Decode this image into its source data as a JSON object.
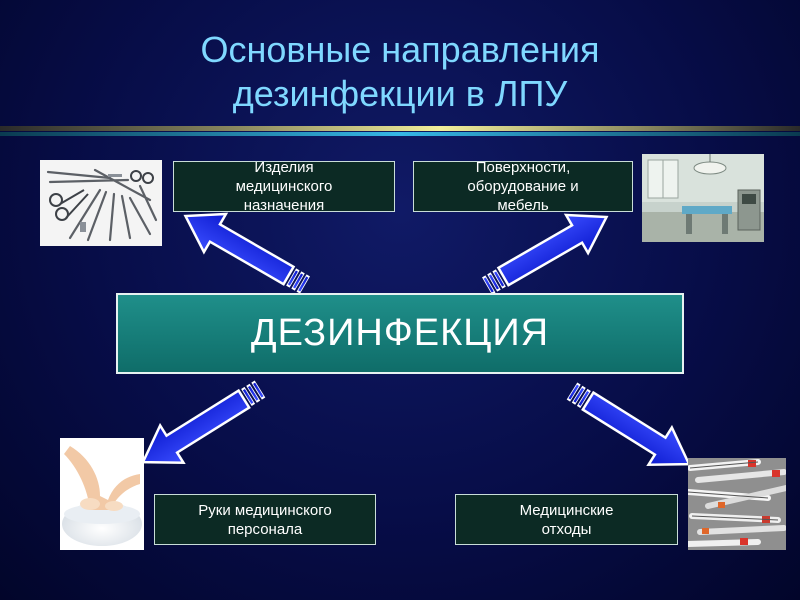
{
  "title": {
    "line1": "Основные направления",
    "line2": "дезинфекции в ЛПУ"
  },
  "center": {
    "label": "ДЕЗИНФЕКЦИЯ"
  },
  "boxes": {
    "instruments": {
      "line1": "Изделия",
      "line2": "медицинского",
      "line3": "назначения"
    },
    "surfaces": {
      "line1": "Поверхности,",
      "line2": "оборудование и",
      "line3": "мебель"
    },
    "hands": {
      "line1": "Руки медицинского",
      "line2": "персонала"
    },
    "waste": {
      "line1": "Медицинские",
      "line2": "отходы"
    }
  },
  "colors": {
    "background": "#070d48",
    "title": "#7fd8ff",
    "center_fill": "#1a8580",
    "box_fill": "#0c2a24",
    "arrow": "#1a2cff"
  },
  "images": {
    "instruments": "surgical-instruments-photo",
    "room": "operating-room-photo",
    "hands": "washing-hands-photo",
    "waste": "syringe-waste-photo"
  }
}
